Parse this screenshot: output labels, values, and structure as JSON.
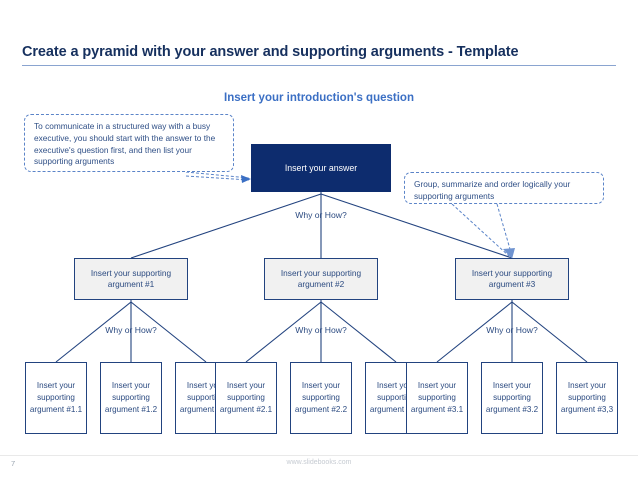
{
  "slide": {
    "title": "Create a pyramid with your answer and supporting arguments - Template",
    "subtitle": "Insert your introduction's question"
  },
  "callouts": {
    "left": "To communicate in a structured way with a busy executive, you should start with the answer to the executive's question first, and then list your supporting arguments",
    "right": "Group, summarize and order logically your supporting arguments"
  },
  "pyramid": {
    "answer": "Insert your answer",
    "why_top": "Why or How?",
    "tier2": [
      {
        "label": "Insert your supporting argument #1",
        "why": "Why or How?"
      },
      {
        "label": "Insert your supporting argument #2",
        "why": "Why or How?"
      },
      {
        "label": "Insert your supporting argument #3",
        "why": "Why or How?"
      }
    ],
    "tier3": [
      "Insert your supporting argument #1.1",
      "Insert your supporting argument #1.2",
      "Insert your supporting argument #1.3",
      "Insert your supporting argument #2.1",
      "Insert your supporting argument #2.2",
      "Insert your supporting argument #2.3",
      "Insert your supporting argument #3.1",
      "Insert your supporting argument #3.2",
      "Insert your supporting argument #3,3"
    ]
  },
  "footer": {
    "page_number": "7",
    "site": "www.slidebooks.com"
  },
  "colors": {
    "navy": "#0d2c6e",
    "title": "#16305e",
    "subtitle_blue": "#3b6fc4",
    "box_border": "#22437f",
    "box_text": "#2b4a80",
    "tier2_fill": "#f1f1f1",
    "tier3_fill": "#ffffff",
    "callout_border": "#5b84c8",
    "footer_grey": "#c6cbd2"
  }
}
